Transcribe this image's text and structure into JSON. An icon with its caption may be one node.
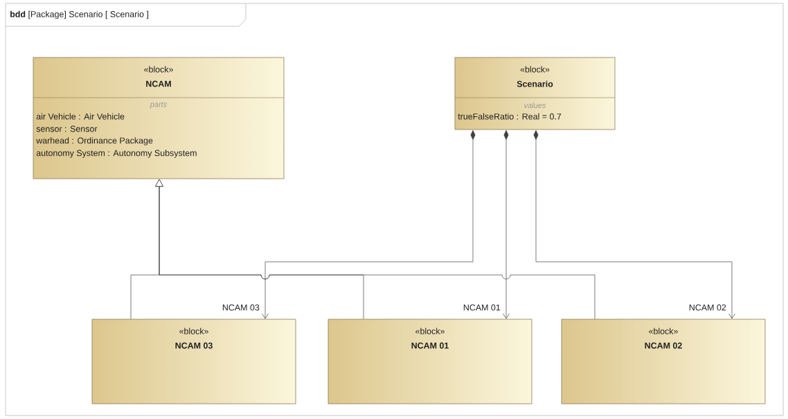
{
  "diagram": {
    "nodes": [
      {
        "text": [
          "**bdd** [Package] Scenario [ Scenario ]"
        ]
      },
      {
        "text": [
          "«block»",
          "NCAM",
          "parts",
          "air Vehicle : Air Vehicle",
          "sensor : Sensor",
          "warhead : Ordinance Package",
          "autonomy System : Autonomy Subsystem"
        ],
        "in": 0
      },
      {
        "text": [
          "«block»",
          "Scenario",
          "values",
          "trueFalseRatio : Real = 0.7"
        ],
        "in": 0
      },
      {
        "text": [
          "«block»",
          "NCAM 03"
        ],
        "in": 0
      },
      {
        "text": [
          "«block»",
          "NCAM 01"
        ],
        "in": 0
      },
      {
        "text": [
          "«block»",
          "NCAM 02"
        ],
        "in": 0
      }
    ],
    "edges": [
      {
        "from": 2,
        "to": 3,
        "arrow": "to",
        "label": "NCAM 03"
      },
      {
        "from": 2,
        "to": 4,
        "arrow": "to",
        "label": "NCAM 01"
      },
      {
        "from": 2,
        "to": 5,
        "arrow": "to",
        "label": "NCAM 02"
      },
      {
        "from": 3,
        "to": 1,
        "arrow": "to"
      },
      {
        "from": 4,
        "to": 1,
        "arrow": "to"
      },
      {
        "from": 5,
        "to": 1,
        "arrow": "to"
      }
    ]
  }
}
